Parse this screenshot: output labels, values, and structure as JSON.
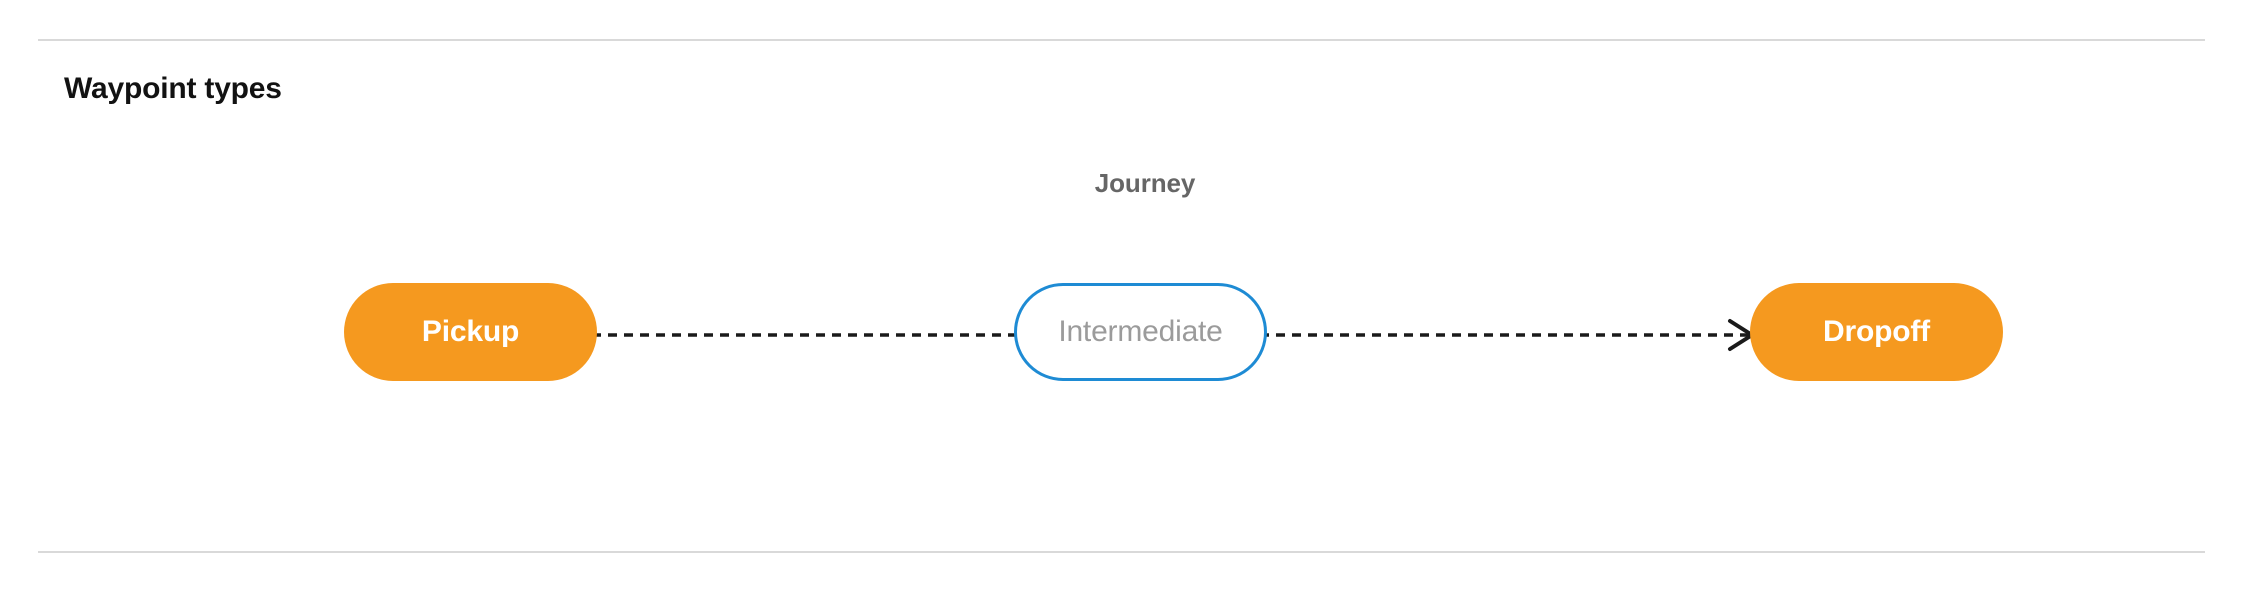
{
  "page": {
    "background_color": "#ffffff",
    "divider_color": "#d9d9d9"
  },
  "section": {
    "title": "Waypoint types"
  },
  "diagram": {
    "group_label": "Journey",
    "group_label_color": "#666666",
    "nodes": [
      {
        "id": "pickup",
        "label": "Pickup",
        "shape": "pill",
        "fill": "#f5991f",
        "text_color": "#ffffff",
        "border": "none",
        "font_weight": "bold"
      },
      {
        "id": "intermediate",
        "label": "Intermediate",
        "shape": "pill",
        "fill": "#ffffff",
        "text_color": "#9b9b9b",
        "border": "#1e8bd4",
        "font_weight": "normal"
      },
      {
        "id": "dropoff",
        "label": "Dropoff",
        "shape": "pill",
        "fill": "#f5991f",
        "text_color": "#ffffff",
        "border": "none",
        "font_weight": "bold"
      }
    ],
    "edges": [
      {
        "id": "pickup-to-intermediate",
        "from": "pickup",
        "to": "intermediate",
        "style": "dashed",
        "color": "#1a1a1a",
        "arrowhead": false
      },
      {
        "id": "intermediate-to-dropoff",
        "from": "intermediate",
        "to": "dropoff",
        "style": "dashed",
        "color": "#1a1a1a",
        "arrowhead": true
      }
    ]
  }
}
